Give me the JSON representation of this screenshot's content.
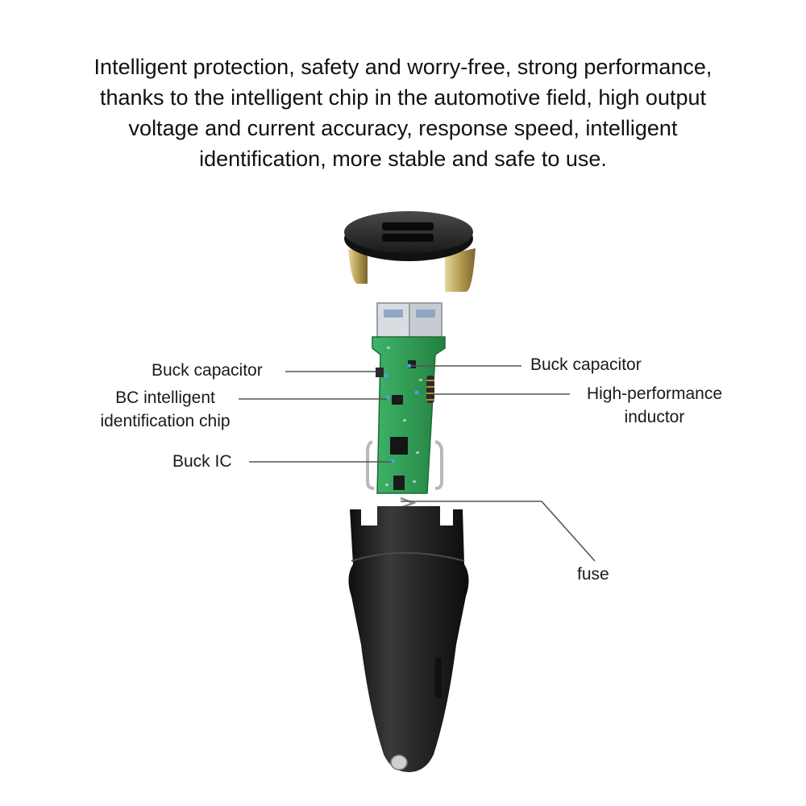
{
  "headline": {
    "lines": [
      "Intelligent protection, safety and worry-free, strong performance,",
      "thanks to the intelligent chip in the automotive field, high output",
      "voltage and current accuracy, response speed, intelligent",
      "identification, more stable and safe to use."
    ]
  },
  "callouts": {
    "buck_capacitor_left": "Buck capacitor",
    "bc_chip_line1": "BC intelligent",
    "bc_chip_line2": "identification chip",
    "buck_ic": "Buck IC",
    "buck_capacitor_right": "Buck capacitor",
    "inductor_line1": "High-performance",
    "inductor_line2": "inductor",
    "fuse": "fuse"
  },
  "colors": {
    "pcb": "#2f9a55",
    "shell": "#1e1e1e",
    "metal_contacts": "#c9b26a",
    "leader_line": "#555555"
  }
}
